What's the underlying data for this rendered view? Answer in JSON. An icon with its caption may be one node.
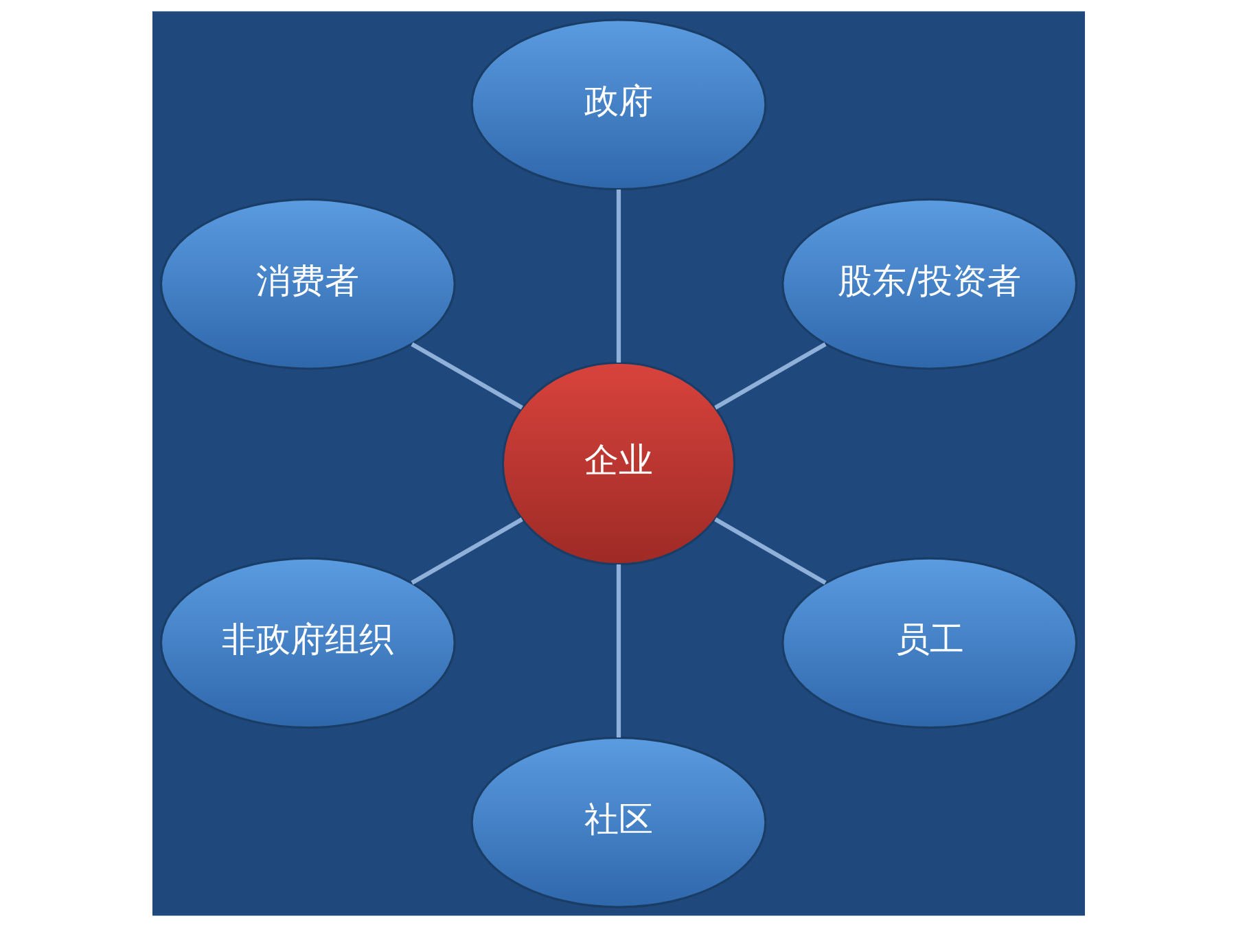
{
  "diagram": {
    "nodes": [
      {
        "text": [
          "股东/投资者"
        ]
      },
      {
        "text": [
          "政府"
        ]
      },
      {
        "text": [
          "消费者"
        ]
      },
      {
        "text": [
          "企业"
        ]
      },
      {
        "text": [
          "非政府组织"
        ]
      },
      {
        "text": [
          "社区"
        ]
      },
      {
        "text": [
          "员工"
        ]
      }
    ],
    "edges": [
      {
        "from": 3,
        "to": 0,
        "arrow": "none"
      },
      {
        "from": 3,
        "to": 1,
        "arrow": "none"
      },
      {
        "from": 3,
        "to": 2,
        "arrow": "none"
      },
      {
        "from": 3,
        "to": 4,
        "arrow": "none"
      },
      {
        "from": 3,
        "to": 5,
        "arrow": "none"
      },
      {
        "from": 3,
        "to": 6,
        "arrow": "none"
      }
    ]
  }
}
